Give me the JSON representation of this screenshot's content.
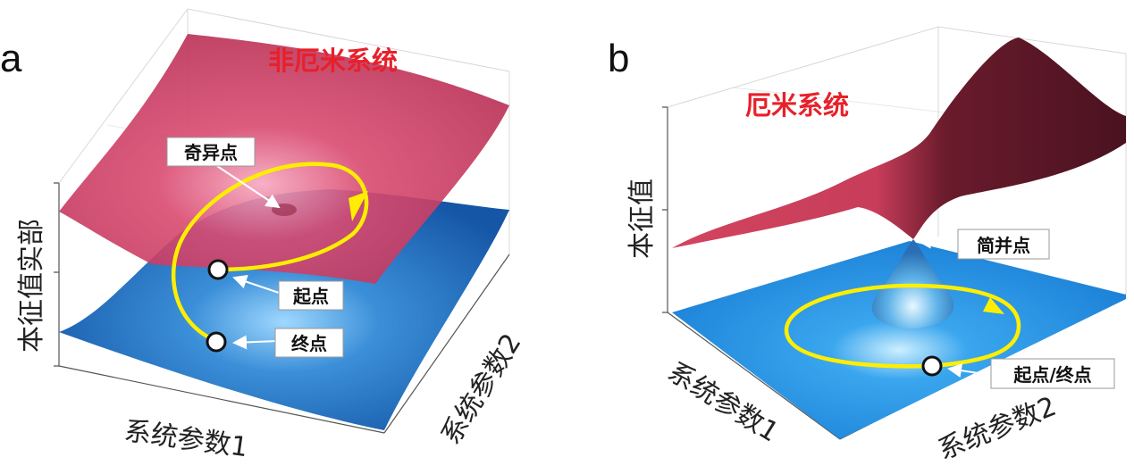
{
  "panel_a": {
    "letter": "a",
    "title": "非厄米系统",
    "z_label": "本征值实部",
    "x_label": "系统参数1",
    "y_label": "系统参数2",
    "labels": {
      "exceptional_point": "奇异点",
      "start_point": "起点",
      "end_point": "终点"
    }
  },
  "panel_b": {
    "letter": "b",
    "title": "厄米系统",
    "z_label": "本征值",
    "x_label": "系统参数1",
    "y_label": "系统参数2",
    "labels": {
      "degenerate_point": "简并点",
      "start_end_point": "起点/终点"
    }
  },
  "colors": {
    "upper_surface": "#c8385c",
    "lower_surface": "#1f6fc0",
    "loop_path": "#ffee00",
    "title_red": "#e8202a"
  }
}
